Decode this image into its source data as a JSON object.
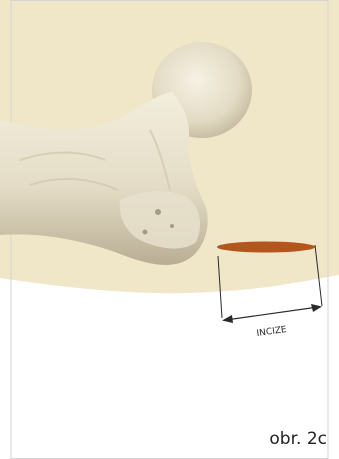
{
  "figure": {
    "caption": "obr. 2c",
    "incision_label": "INCIZE"
  },
  "colors": {
    "background_cream": "#f0e6c8",
    "page_white": "#ffffff",
    "bone_light": "#efe9d7",
    "bone_mid": "#ddd5be",
    "bone_shadow": "#b9ae94",
    "incision_fill": "#b5551e",
    "line": "#2a2a2a",
    "border": "#cfcfcf"
  },
  "icons": {
    "bone": "femur-illustration",
    "incision": "incision-marker"
  }
}
